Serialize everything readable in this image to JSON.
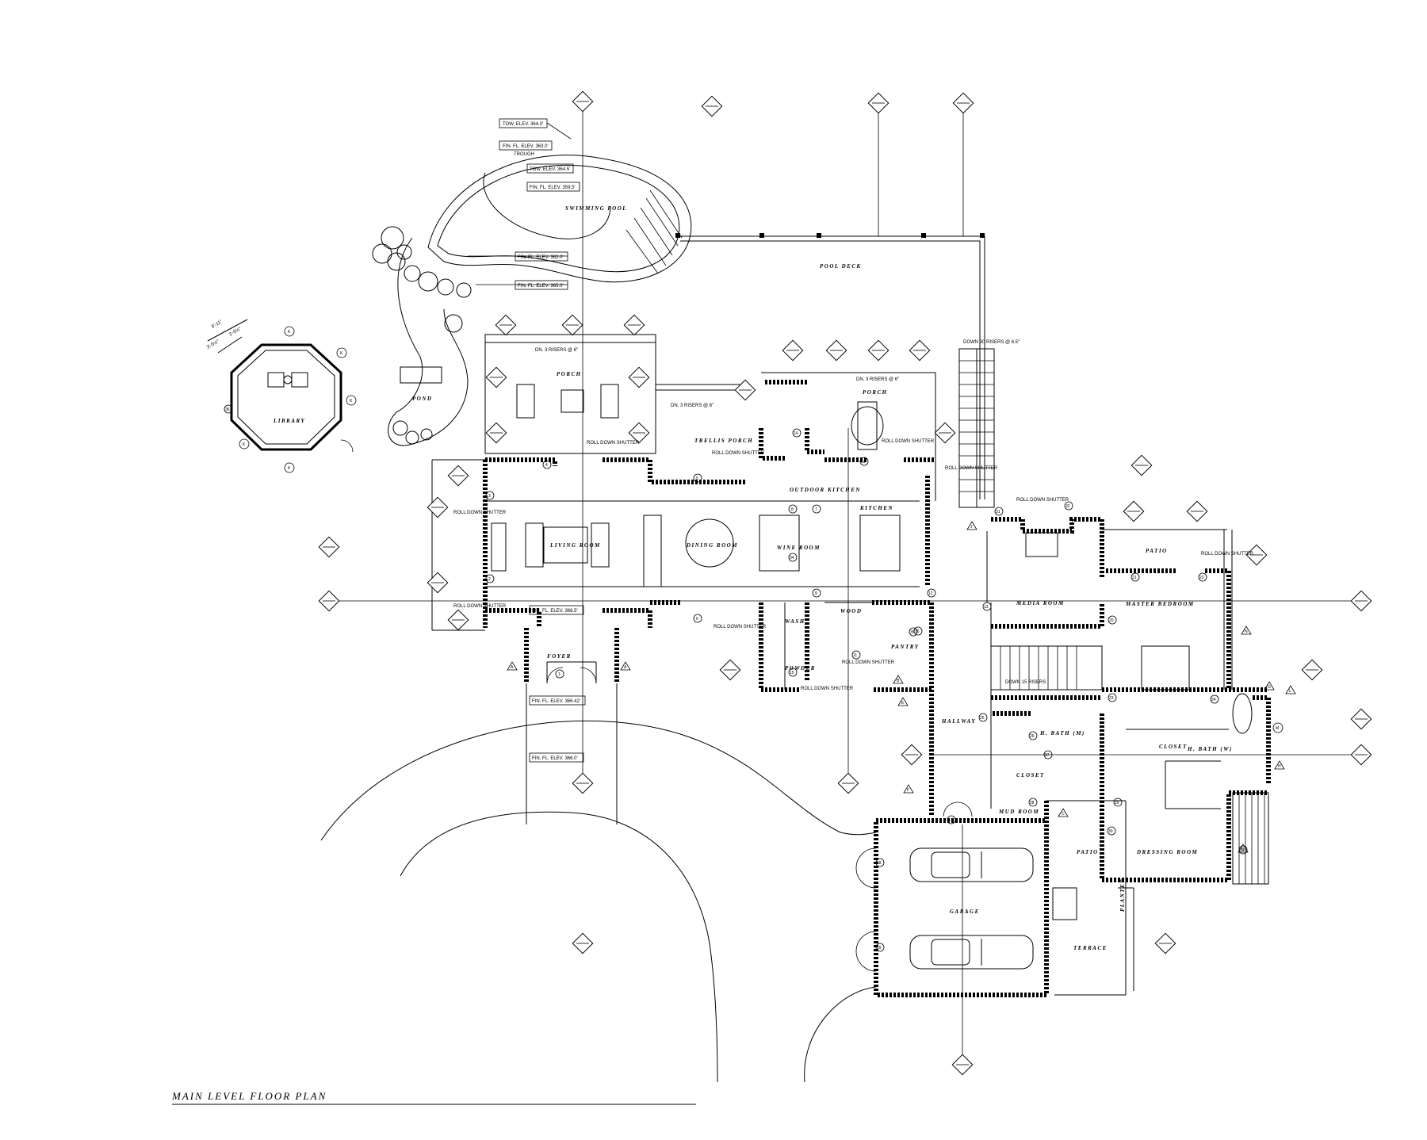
{
  "title": "MAIN LEVEL FLOOR PLAN",
  "rooms": {
    "swimming_pool": "SWIMMING POOL",
    "pool_deck": "POOL DECK",
    "library": "LIBRARY",
    "pond": "POND",
    "porch_left": "PORCH",
    "porch_right": "PORCH",
    "trellis_porch": "TRELLIS PORCH",
    "outdoor_kitchen": "OUTDOOR KITCHEN",
    "living_room": "LIVING ROOM",
    "dining_room": "DINING ROOM",
    "wine_room": "WINE ROOM",
    "kitchen": "KITCHEN",
    "media_room": "MEDIA ROOM",
    "patio_right": "PATIO",
    "master_bedroom": "MASTER BEDROOM",
    "foyer": "FOYER",
    "wash": "WASH",
    "powder": "POWDER",
    "wood": "WOOD",
    "pantry": "PANTRY",
    "hallway": "HALLWAY",
    "h_bath": "H. BATH (M)",
    "h_bath_2": "H. BATH (W)",
    "closet": "CLOSET",
    "closet_2": "CLOSET",
    "mud_room": "MUD ROOM",
    "dressing_room": "DRESSING ROOM",
    "garage": "GARAGE",
    "patio_mid": "PATIO",
    "terrace": "TERRACE",
    "planter": "PLANTER"
  },
  "notes": {
    "top_elev_1": "TOW. ELEV. 364.0'",
    "fin_elev_1": "FIN. FL. ELEV. 363.0'",
    "trough": "TROUGH",
    "top_elev_2": "TOW. ELEV. 364.5'",
    "fin_elev_2": "FIN. FL. ELEV. 359.5'",
    "fin_elev_3": "FIN. FL. ELEV. 362.0'",
    "fin_elev_4": "FIN. FL. ELEV. 365.0'",
    "fin_elev_5": "FIN. FL. ELEV. 366.5'",
    "fin_elev_6": "FIN. FL. ELEV. 366.42'",
    "fin_elev_7": "FIN. FL. ELEV. 366.0'",
    "risers_1": "DN. 3 RISERS @ 6\"",
    "risers_2": "DN. 3 RISERS @ 6\"",
    "risers_3": "DN. 3 RISERS @ 6\"",
    "down_risers": "DOWN 30 RISERS @ 6.5\"",
    "down_risers_2": "DOWN 15 RISERS",
    "shutter_1": "ROLL DOWN SHUTTER",
    "shutter_2": "ROLL DOWN SHUTTER",
    "shutter_3": "ROLL DOWN SHUTTER",
    "shutter_4": "ROLL DOWN SHUTTER",
    "shutter_5": "ROLL DOWN SHUTTER",
    "shutter_6": "ROLL DOWN SHUTTER",
    "shutter_7": "ROLL DOWN SHUTTER",
    "shutter_8": "ROLL DOWN SHUTTER",
    "shutter_9": "ROLL DOWN SHUTTER",
    "shutter_10": "ROLL DOWN SHUTTER",
    "shutter_11": "ROLL DOWN SHUTTER",
    "dim_1": "6'-11\"",
    "dim_2": "3'-5½\"",
    "dim_3": "3'-5½\""
  },
  "door_tags": [
    "1",
    "2",
    "3",
    "4",
    "5",
    "6",
    "7",
    "8",
    "9",
    "10",
    "11",
    "12",
    "13",
    "14",
    "15",
    "16",
    "17",
    "18",
    "19",
    "20",
    "21",
    "22",
    "23",
    "24",
    "25",
    "26",
    "27",
    "28",
    "29",
    "30",
    "31",
    "32",
    "33",
    "34",
    "35",
    "36"
  ],
  "window_tags": [
    "A",
    "B",
    "C",
    "D",
    "E",
    "F",
    "G",
    "H",
    "J",
    "K",
    "L",
    "M",
    "N"
  ],
  "section_tags": [
    "1",
    "2",
    "3",
    "4"
  ]
}
